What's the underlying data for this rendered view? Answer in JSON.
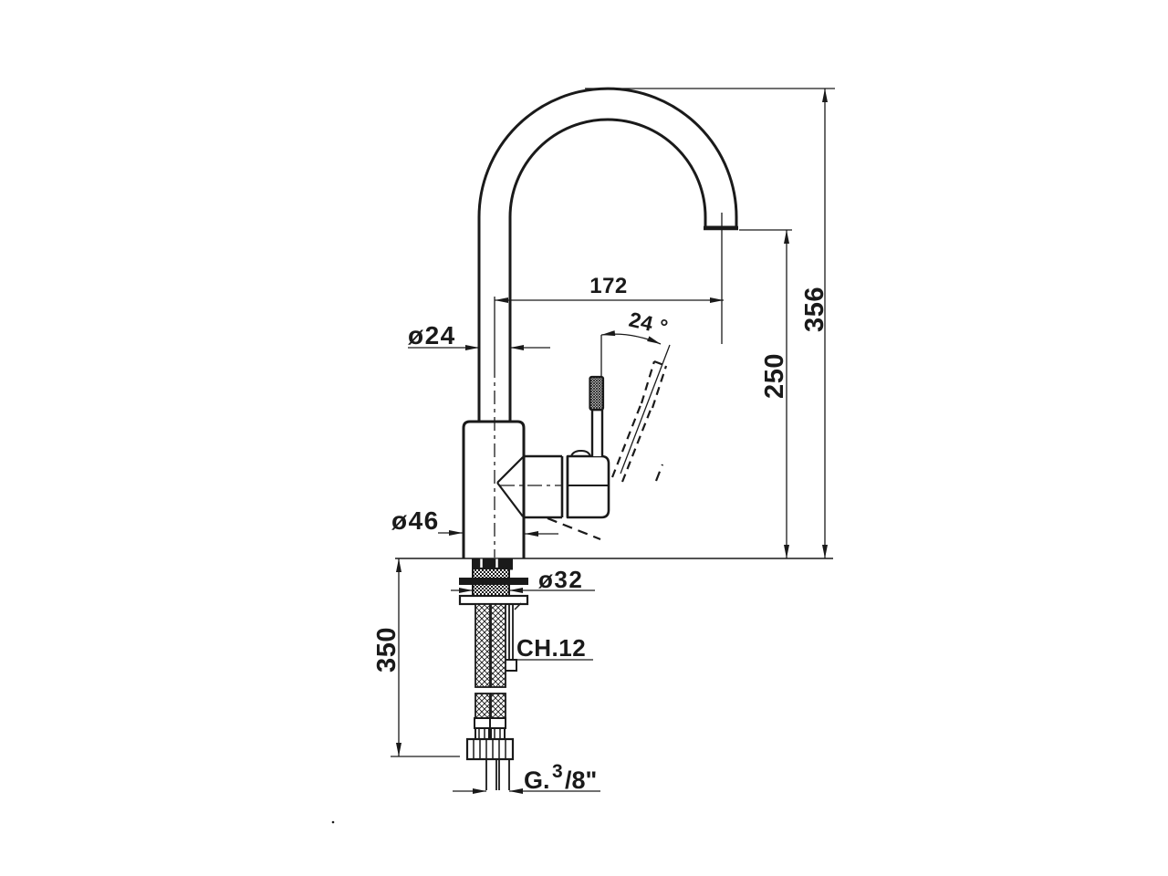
{
  "colors": {
    "line": "#1a1a1a",
    "background": "#ffffff"
  },
  "dimensions": {
    "spout_reach": "172",
    "overall_height": "356",
    "outlet_height": "250",
    "spout_tube_diameter": "ø24",
    "lever_angle": "24 °",
    "body_diameter": "ø46",
    "shank_diameter": "ø32",
    "under_counter_depth": "350",
    "stud_wrench_size": "CH.12",
    "hose_thread": {
      "prefix": "G.",
      "numerator": "3",
      "denominator": "/8\""
    }
  }
}
